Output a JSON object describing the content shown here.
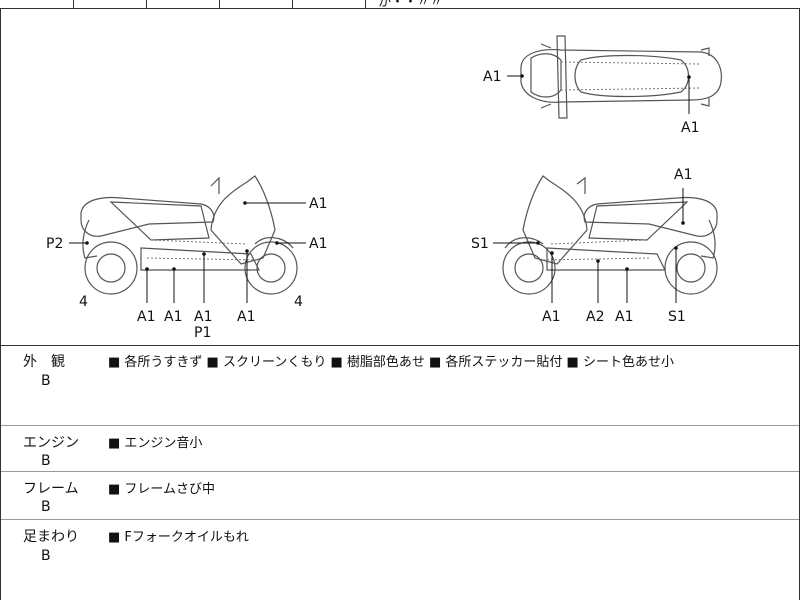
{
  "header_partial": {
    "text": "か・・〃〃"
  },
  "diagram": {
    "labels": {
      "top_a1_left": "A1",
      "top_a1_right": "A1",
      "left_a1_top": "A1",
      "left_a1_front": "A1",
      "left_p2": "P2",
      "left_4_rear": "4",
      "left_4_front": "4",
      "left_bottom_a1_1": "A1",
      "left_bottom_a1_2": "A1",
      "left_bottom_a1_3": "A1",
      "left_bottom_p1": "P1",
      "left_bottom_a1_4": "A1",
      "right_a1_top": "A1",
      "right_s1_left": "S1",
      "right_bottom_a1_1": "A1",
      "right_bottom_a2": "A2",
      "right_bottom_a1_2": "A1",
      "right_bottom_s1": "S1"
    }
  },
  "rows": [
    {
      "category": "外　観",
      "grade": "B",
      "notes": "■ 各所うすきず ■ スクリーンくもり ■ 樹脂部色あせ ■ 各所ステッカー貼付 ■ シート色あせ小"
    },
    {
      "category": "エンジン",
      "grade": "B",
      "notes": "■ エンジン音小"
    },
    {
      "category": "フレーム",
      "grade": "B",
      "notes": "■ フレームさび中"
    },
    {
      "category": "足まわり",
      "grade": "B",
      "notes": "■ Fフォークオイルもれ"
    }
  ]
}
